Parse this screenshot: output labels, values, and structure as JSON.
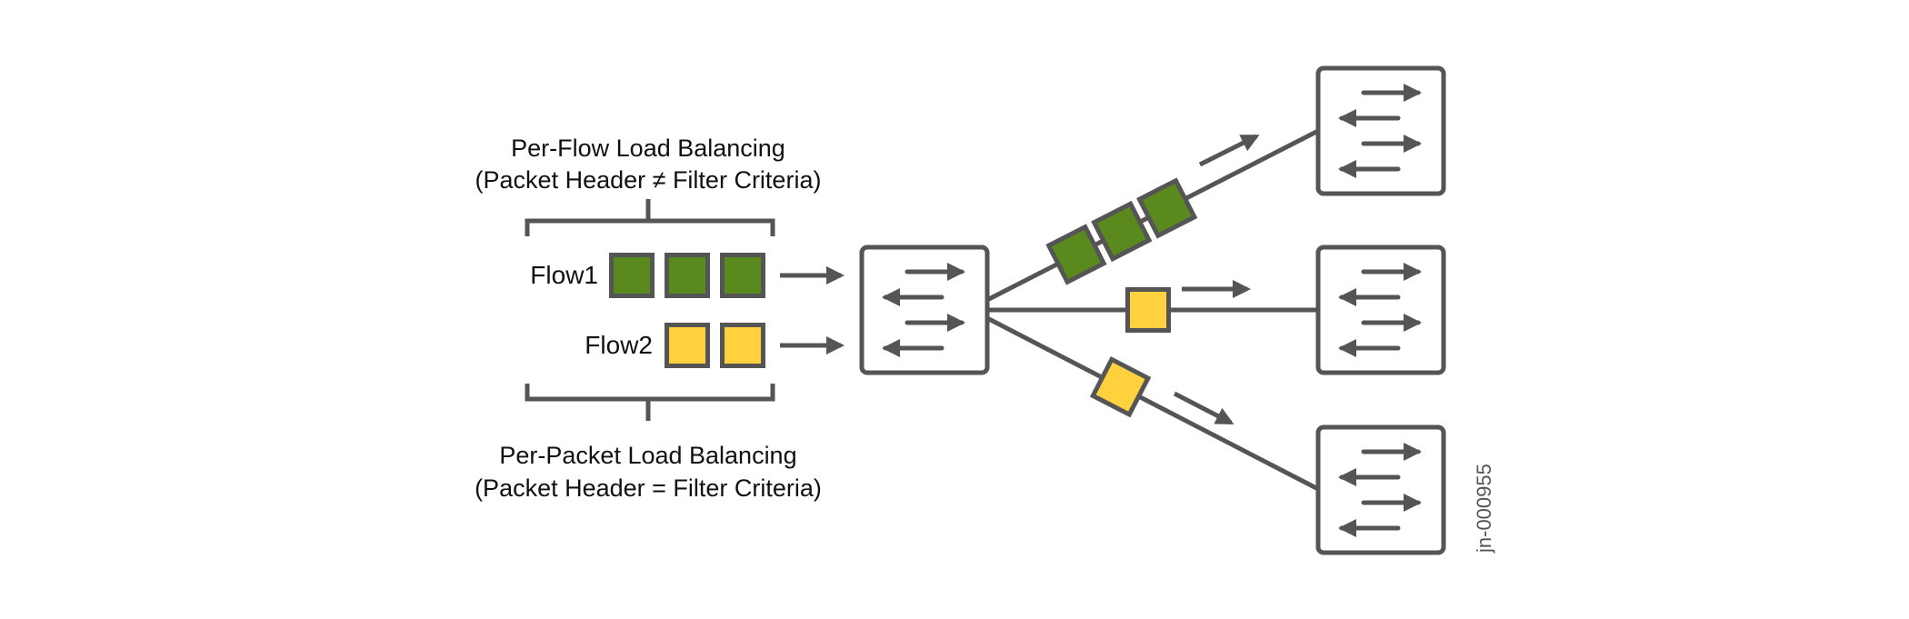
{
  "diagram": {
    "top_caption": {
      "line1": "Per-Flow Load Balancing",
      "line2": "(Packet Header ≠ Filter Criteria)"
    },
    "bottom_caption": {
      "line1": "Per-Packet Load Balancing",
      "line2": "(Packet Header = Filter Criteria)"
    },
    "flows": [
      {
        "label": "Flow1",
        "packets": 3,
        "color": "#5a8a1e"
      },
      {
        "label": "Flow2",
        "packets": 2,
        "color": "#ffd13f"
      }
    ],
    "ingress_switch": {
      "icon": "switch-arrows-icon"
    },
    "egress_switches": [
      {
        "name": "top",
        "icon": "switch-arrows-icon",
        "incoming_packets": 3,
        "packet_color": "#5a8a1e"
      },
      {
        "name": "middle",
        "icon": "switch-arrows-icon",
        "incoming_packets": 1,
        "packet_color": "#ffd13f"
      },
      {
        "name": "bottom",
        "icon": "switch-arrows-icon",
        "incoming_packets": 1,
        "packet_color": "#ffd13f"
      }
    ],
    "figure_id": "jn-000955",
    "colors": {
      "stroke": "#555555",
      "green": "#5a8a1e",
      "yellow": "#ffd13f"
    }
  }
}
